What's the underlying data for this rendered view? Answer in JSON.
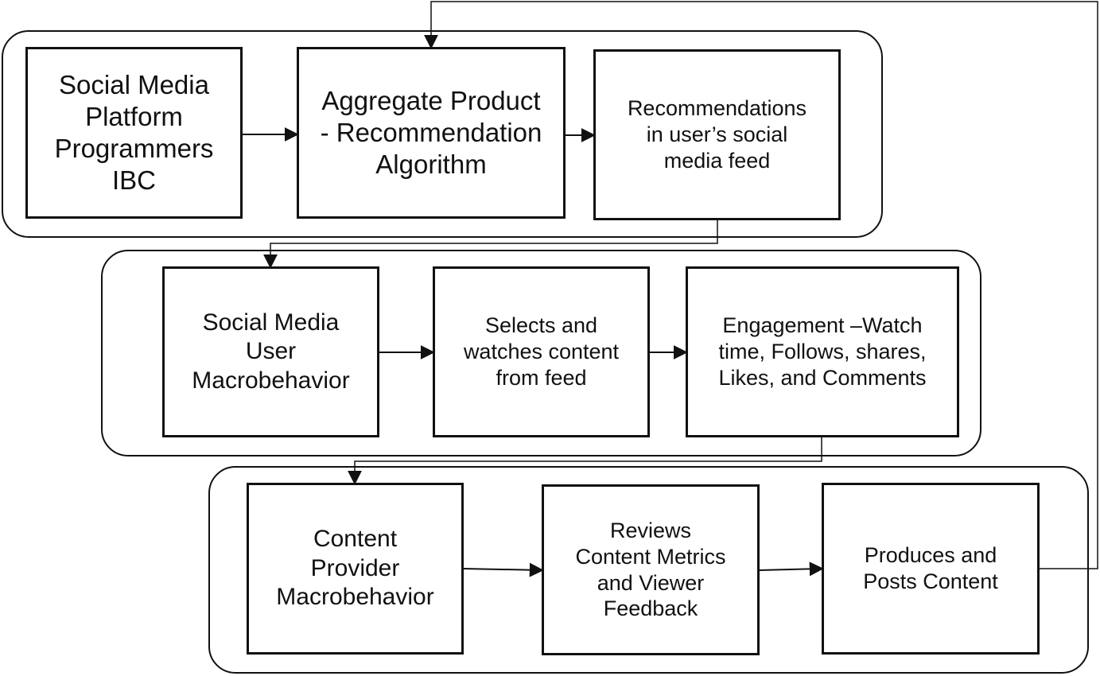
{
  "rows": [
    {
      "boxes": [
        {
          "id": "platform-programmers",
          "text": "Social Media\nPlatform\nProgrammers\nIBC"
        },
        {
          "id": "recommendation-algorithm",
          "text": "Aggregate Product\n- Recommendation\nAlgorithm"
        },
        {
          "id": "feed-recommendations",
          "text": "Recommendations\nin user’s social\nmedia feed"
        }
      ]
    },
    {
      "boxes": [
        {
          "id": "user-macrobehavior",
          "text": "Social Media\nUser\nMacrobehavior"
        },
        {
          "id": "selects-watches",
          "text": "Selects and\nwatches content\nfrom feed"
        },
        {
          "id": "engagement",
          "text": "Engagement –Watch\ntime, Follows, shares,\nLikes, and Comments"
        }
      ]
    },
    {
      "boxes": [
        {
          "id": "provider-macrobehavior",
          "text": "Content\nProvider\nMacrobehavior"
        },
        {
          "id": "reviews-metrics",
          "text": "Reviews\nContent Metrics\nand Viewer\nFeedback"
        },
        {
          "id": "produces-posts",
          "text": "Produces and\nPosts Content"
        }
      ]
    }
  ]
}
